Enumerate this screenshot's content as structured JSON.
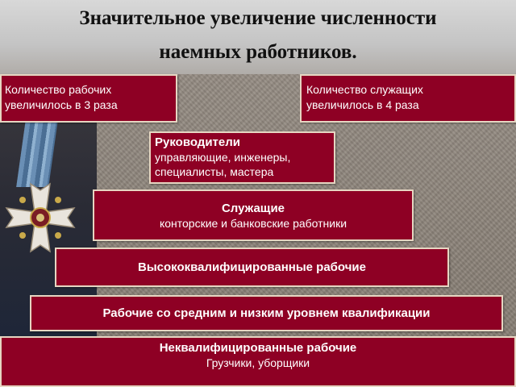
{
  "title": {
    "line1": "Значительное увеличение численности",
    "line2": "наемных работников."
  },
  "top_left": {
    "line1": "Количество рабочих",
    "line2": "увеличилось в 3 раза"
  },
  "top_right": {
    "line1": "Количество служащих",
    "line2": "увеличилось в 4 раза"
  },
  "managers": {
    "heading": "Руководители",
    "line1": "управляющие, инженеры,",
    "line2": "специалисты, мастера"
  },
  "employees": {
    "heading": "Служащие",
    "description": "конторские и банковские работники"
  },
  "highly_skilled": {
    "label": "Высококвалифицированные рабочие"
  },
  "mid_low_skilled": {
    "label": "Рабочие со средним и низким уровнем квалификации"
  },
  "unskilled": {
    "heading": "Неквалифицированные рабочие",
    "description": "Грузчики, уборщики"
  },
  "colors": {
    "box_fill": "#8e0024",
    "box_border": "#e6d6c2",
    "title_band": "#c8c8c8"
  },
  "icons": {
    "decoration": "order-medal-icon"
  }
}
